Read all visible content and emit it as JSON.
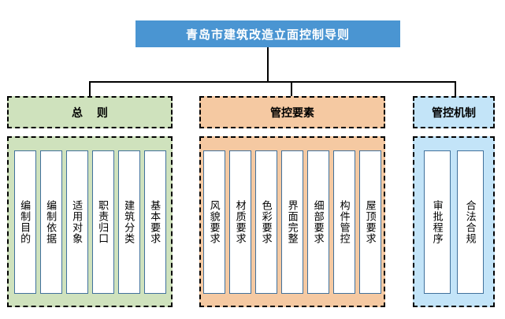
{
  "title": {
    "text": "青岛市建筑改造立面控制导则",
    "background": "#4a95d2",
    "text_color": "#ffffff"
  },
  "groups": [
    {
      "key": "general",
      "header": "总 则",
      "color": "#cfe2bd",
      "items": [
        "编制目的",
        "编制依据",
        "适用对象",
        "职责归口",
        "建筑分类",
        "基本要求"
      ]
    },
    {
      "key": "elements",
      "header": "管控要素",
      "color": "#f5c9a2",
      "items": [
        "风貌要求",
        "材质要求",
        "色彩要求",
        "界面完整",
        "细部要求",
        "构件管控",
        "屋顶要求"
      ]
    },
    {
      "key": "mechanism",
      "header": "管控机制",
      "color": "#c3e4f8",
      "items": [
        "审批程序",
        "合法合规"
      ]
    }
  ]
}
